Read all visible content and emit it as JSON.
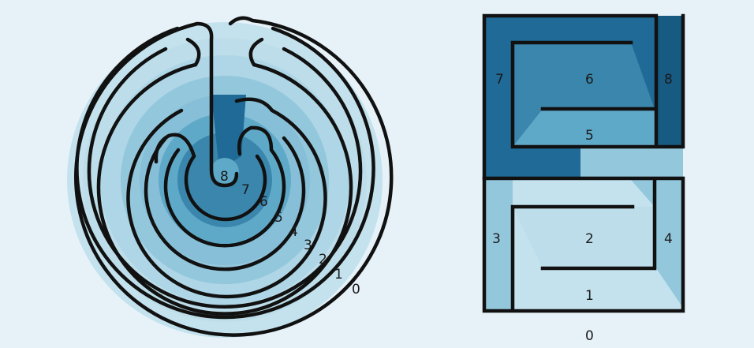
{
  "colors": {
    "background": "#e6f2f8",
    "level_0_1": "#c4e2ee",
    "level_2": "#aed6e6",
    "level_3_4": "#93c7dc",
    "level_5": "#5fa9c8",
    "level_6": "#3a86ad",
    "level_7_8": "#1f6a96",
    "wall": "#111111"
  },
  "circular_labyrinth": {
    "labels": [
      "8",
      "7",
      "6",
      "5",
      "4",
      "3",
      "2",
      "1",
      "0"
    ]
  },
  "square_labyrinth": {
    "labels": {
      "l0": "0",
      "l1": "1",
      "l2": "2",
      "l3": "3",
      "l4": "4",
      "l5": "5",
      "l6": "6",
      "l7": "7",
      "l8": "8"
    }
  }
}
